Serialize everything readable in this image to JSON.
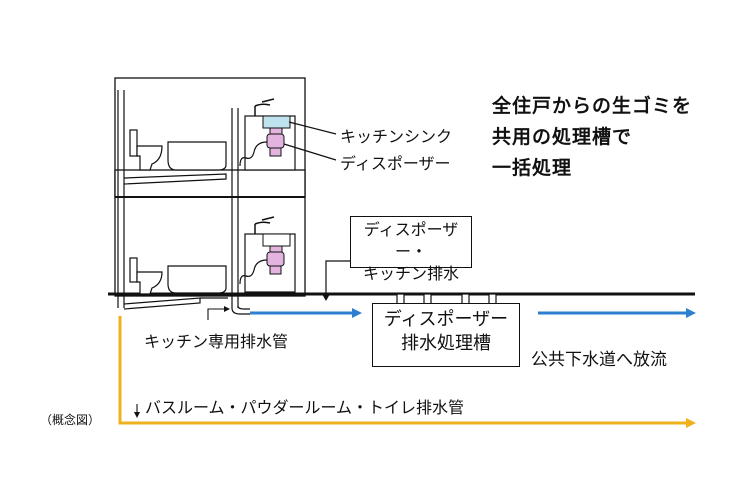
{
  "headline": [
    "全住戸からの生ゴミを",
    "共用の処理槽で",
    "一括処理"
  ],
  "labels": {
    "kitchen_sink": "キッチンシンク",
    "disposer": "ディスポーザー",
    "disposer_drain": [
      "ディスポーザー・",
      "キッチン排水"
    ],
    "kitchen_pipe": "キッチン専用排水管",
    "tank": [
      "ディスポーザー",
      "排水処理槽"
    ],
    "public_sewer": "公共下水道へ放流",
    "bath_pipe": "バスルーム・パウダールーム・トイレ排水管",
    "note": "（概念図）"
  },
  "colors": {
    "line": "#111111",
    "sink_water": "#bfe3ee",
    "disposer": "#e3b4e0",
    "kitchen_flow": "#2d7fd0",
    "bath_flow": "#f0b01e"
  }
}
